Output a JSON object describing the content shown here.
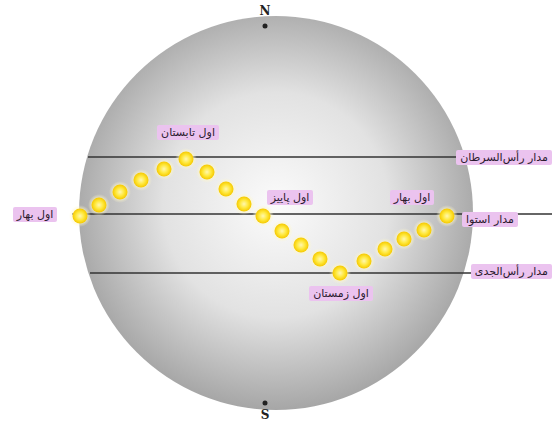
{
  "diagram": {
    "labels": [
      "N",
      "اول تابستان",
      "مدار رأس‌السرطان",
      "اول بهار",
      "اول پاییز",
      "اول بهار",
      "مدار استوا",
      "مدار رأس‌الجدی",
      "اول زمستان",
      "S"
    ]
  }
}
